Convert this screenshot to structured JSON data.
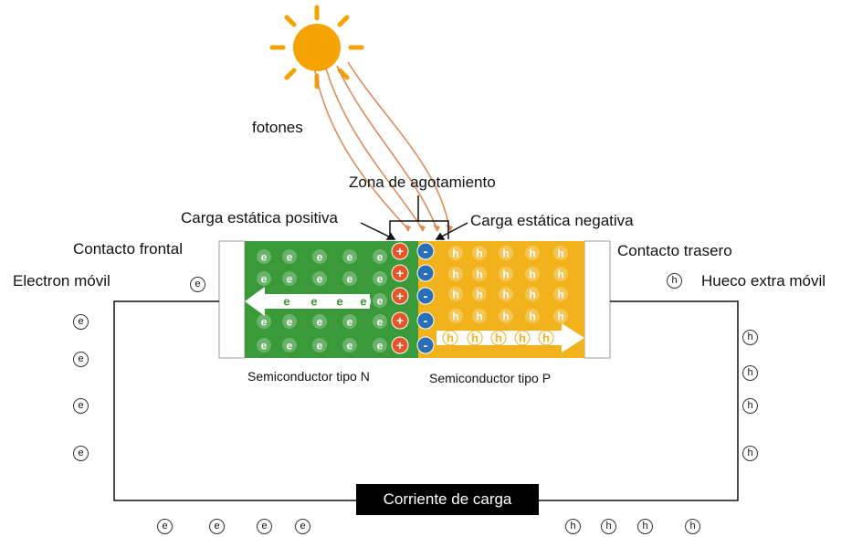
{
  "labels": {
    "photons": "fotones",
    "depletion_zone": "Zona de agotamiento",
    "positive_static_charge": "Carga estática positiva",
    "negative_static_charge": "Carga estática negativa",
    "front_contact": "Contacto frontal",
    "back_contact": "Contacto trasero",
    "mobile_electron": "Electron móvil",
    "extra_mobile_hole": "Hueco extra móvil",
    "n_semiconductor": "Semiconductor tipo N",
    "p_semiconductor": "Semiconductor tipo P",
    "load_current": "Corriente de carga"
  },
  "symbols": {
    "electron": "e",
    "hole": "h",
    "plus": "+",
    "minus": "-"
  },
  "colors": {
    "n_region": "#3a9a3a",
    "p_region": "#f2b21c",
    "sun": "#f5a300",
    "photon_rays": "#e08a5a",
    "positive_ion": "#e2562a",
    "negative_ion": "#2a6fb5"
  }
}
